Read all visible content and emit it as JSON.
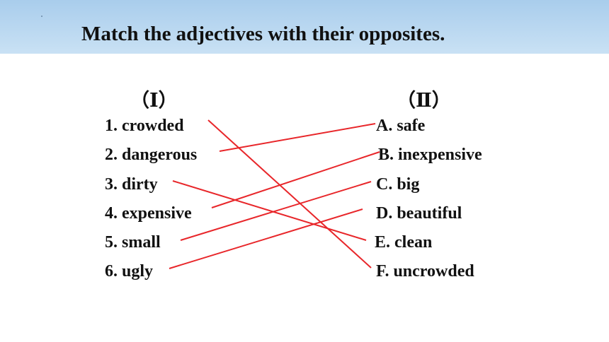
{
  "title": "Match the adjectives with their opposites.",
  "column_left_header": "（Ⅰ）",
  "column_right_header": "（Ⅱ）",
  "left_items": [
    "1. crowded",
    "2. dangerous",
    "3. dirty",
    "4. expensive",
    "5. small",
    "6. ugly"
  ],
  "right_items": [
    "A. safe",
    "B. inexpensive",
    "C. big",
    "D. beautiful",
    "E. clean",
    "F. uncrowded"
  ],
  "colors": {
    "header_band": "#bcd9f1",
    "line": "#e8262a",
    "text": "#111111"
  }
}
